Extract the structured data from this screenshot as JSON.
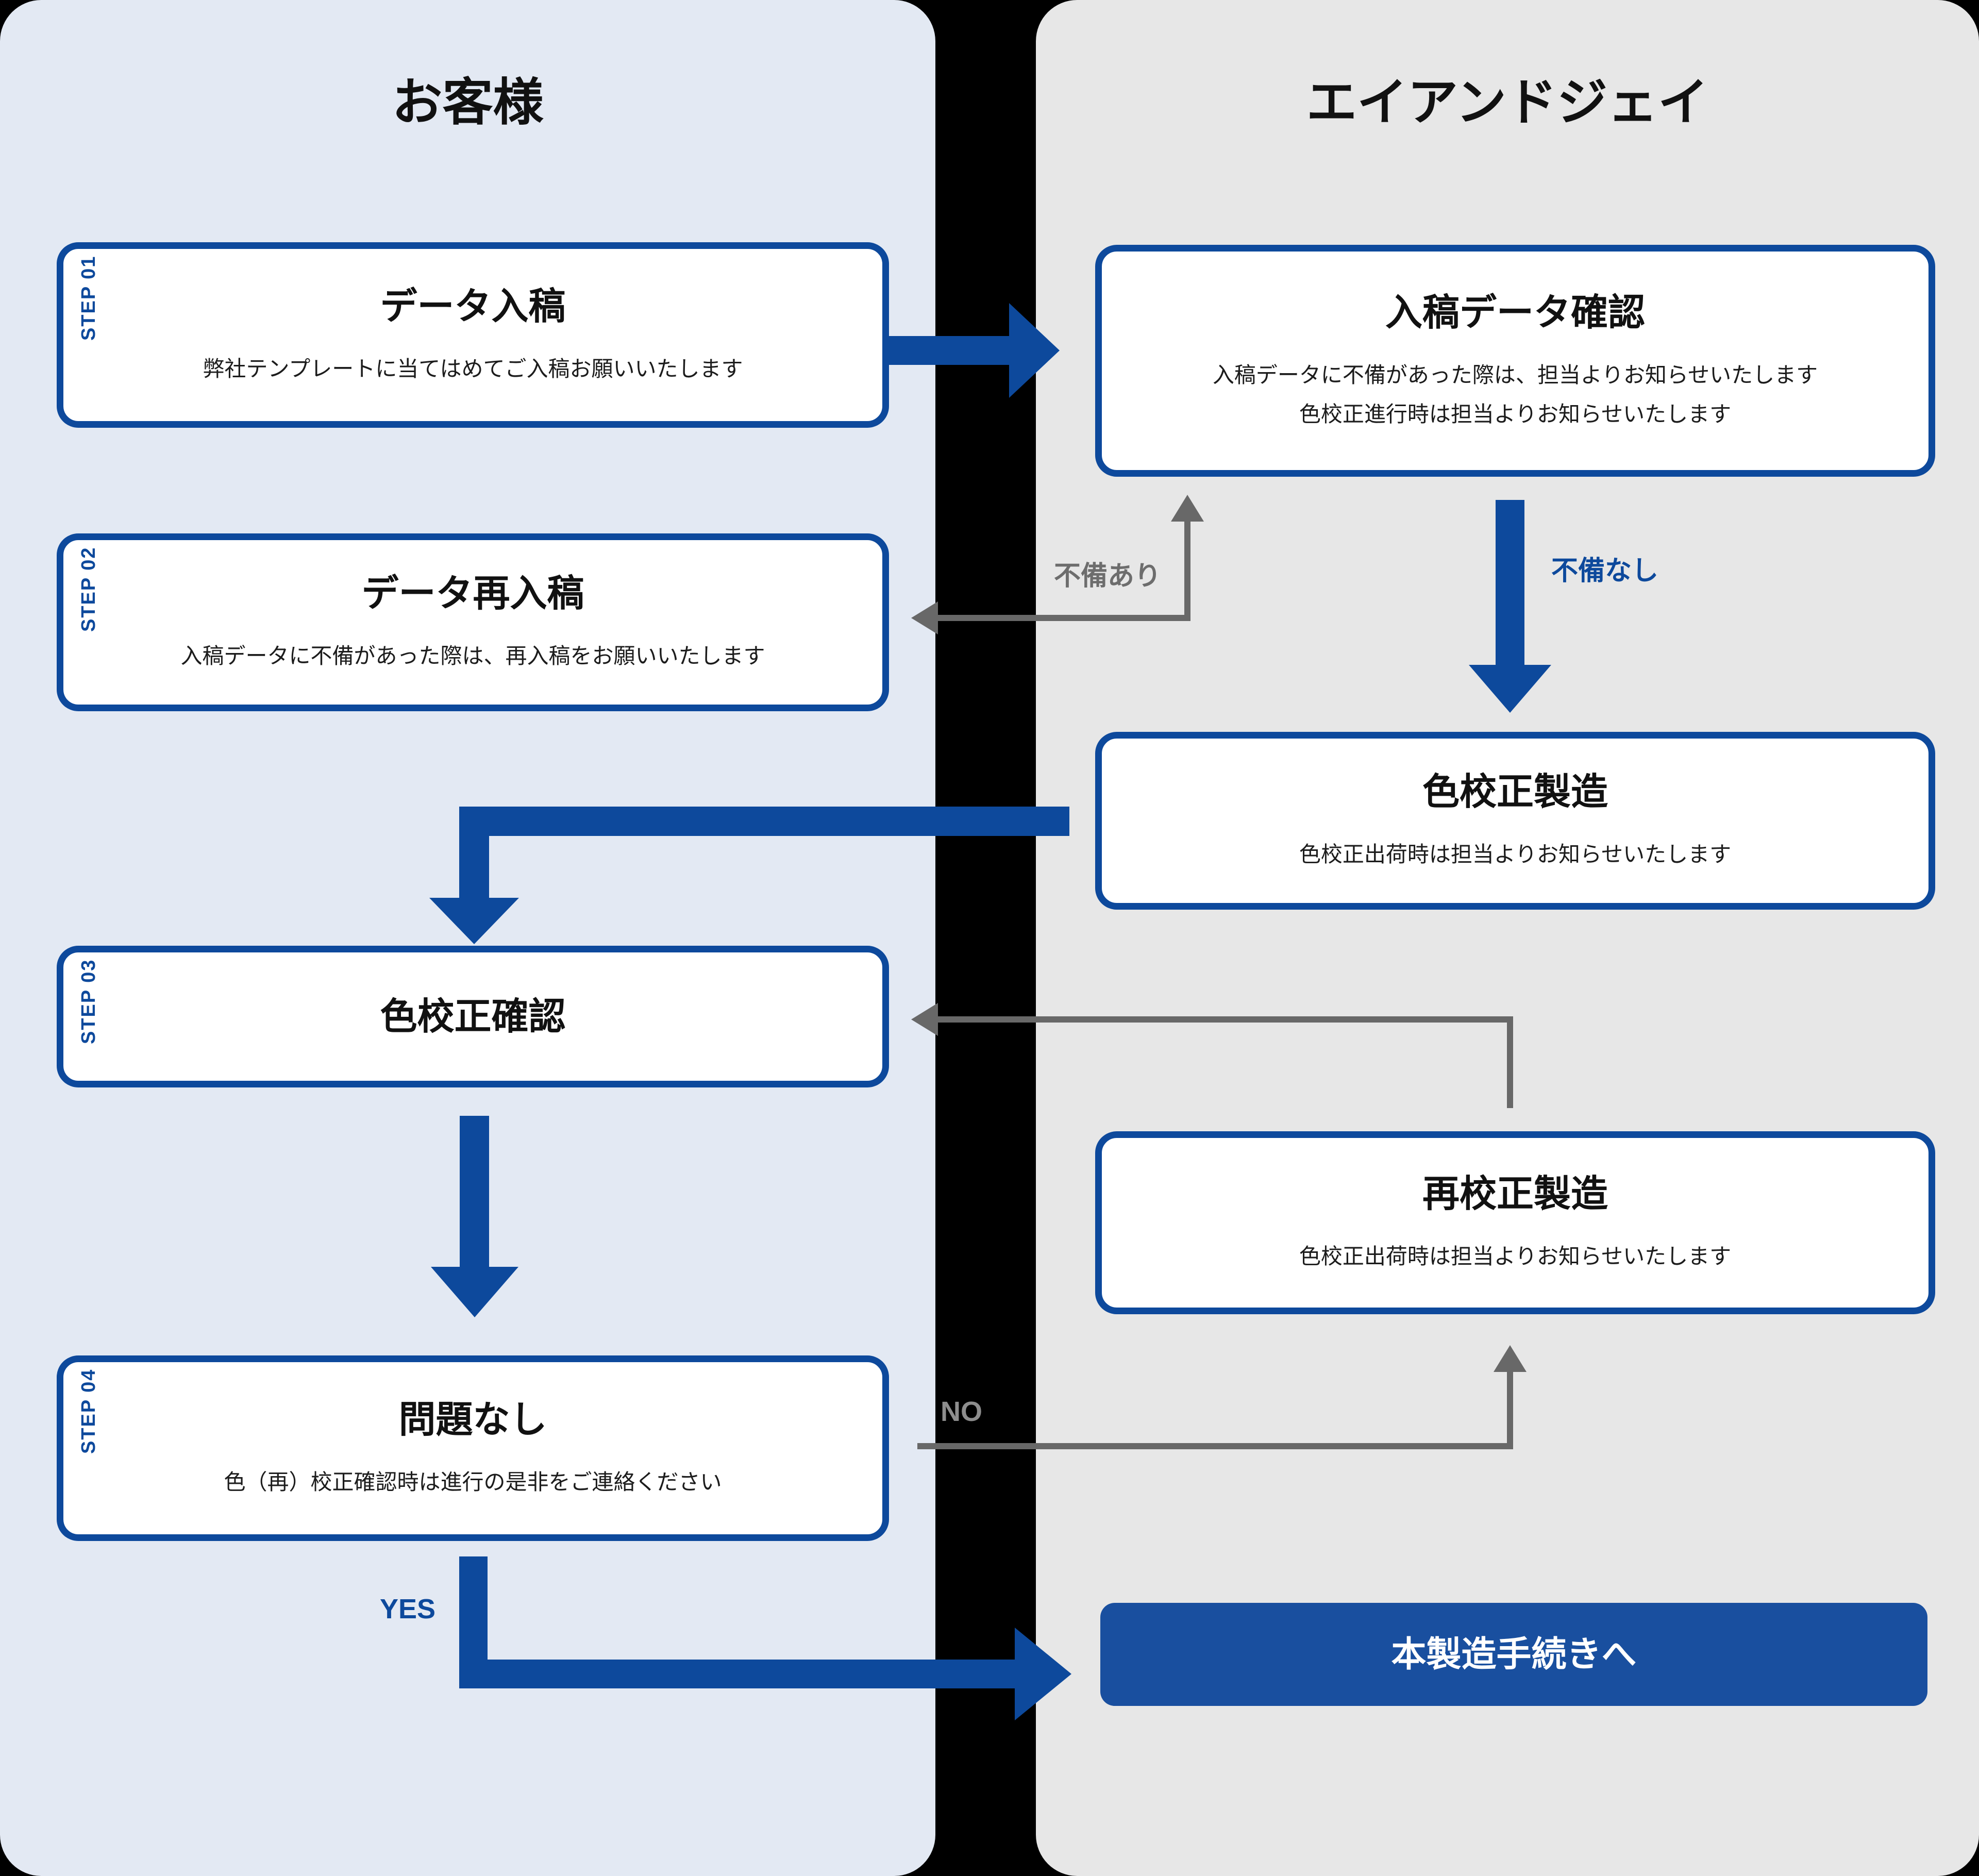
{
  "colors": {
    "background": "#000000",
    "accent_blue": "#0d499c",
    "final_box_fill": "#194f9f",
    "customer_panel_bg": "#e3e9f3",
    "company_panel_bg": "#e7e7e7",
    "gray_connector": "#686868",
    "defect_label_gray": "#6d6d6d",
    "no_label_gray": "#8e8e8e"
  },
  "columns": {
    "customer_title": "お客様",
    "company_title": "エイアンドジェイ"
  },
  "customer_steps": [
    {
      "step": "STEP 01",
      "title": "データ入稿",
      "desc": "弊社テンプレートに当てはめてご入稿お願いいたします"
    },
    {
      "step": "STEP 02",
      "title": "データ再入稿",
      "desc": "入稿データに不備があった際は、再入稿をお願いいたします"
    },
    {
      "step": "STEP 03",
      "title": "色校正確認"
    },
    {
      "step": "STEP 04",
      "title": "問題なし",
      "desc": "色（再）校正確認時は進行の是非をご連絡ください"
    }
  ],
  "company_boxes": [
    {
      "title": "入稿データ確認",
      "desc1": "入稿データに不備があった際は、担当よりお知らせいたします",
      "desc2": "色校正進行時は担当よりお知らせいたします"
    },
    {
      "title": "色校正製造",
      "desc1": "色校正出荷時は担当よりお知らせいたします"
    },
    {
      "title": "再校正製造",
      "desc1": "色校正出荷時は担当よりお知らせいたします"
    },
    {
      "title": "本製造手続きへ"
    }
  ],
  "connector_labels": {
    "has_defect": "不備あり",
    "no_defect": "不備なし",
    "no": "NO",
    "yes": "YES"
  }
}
